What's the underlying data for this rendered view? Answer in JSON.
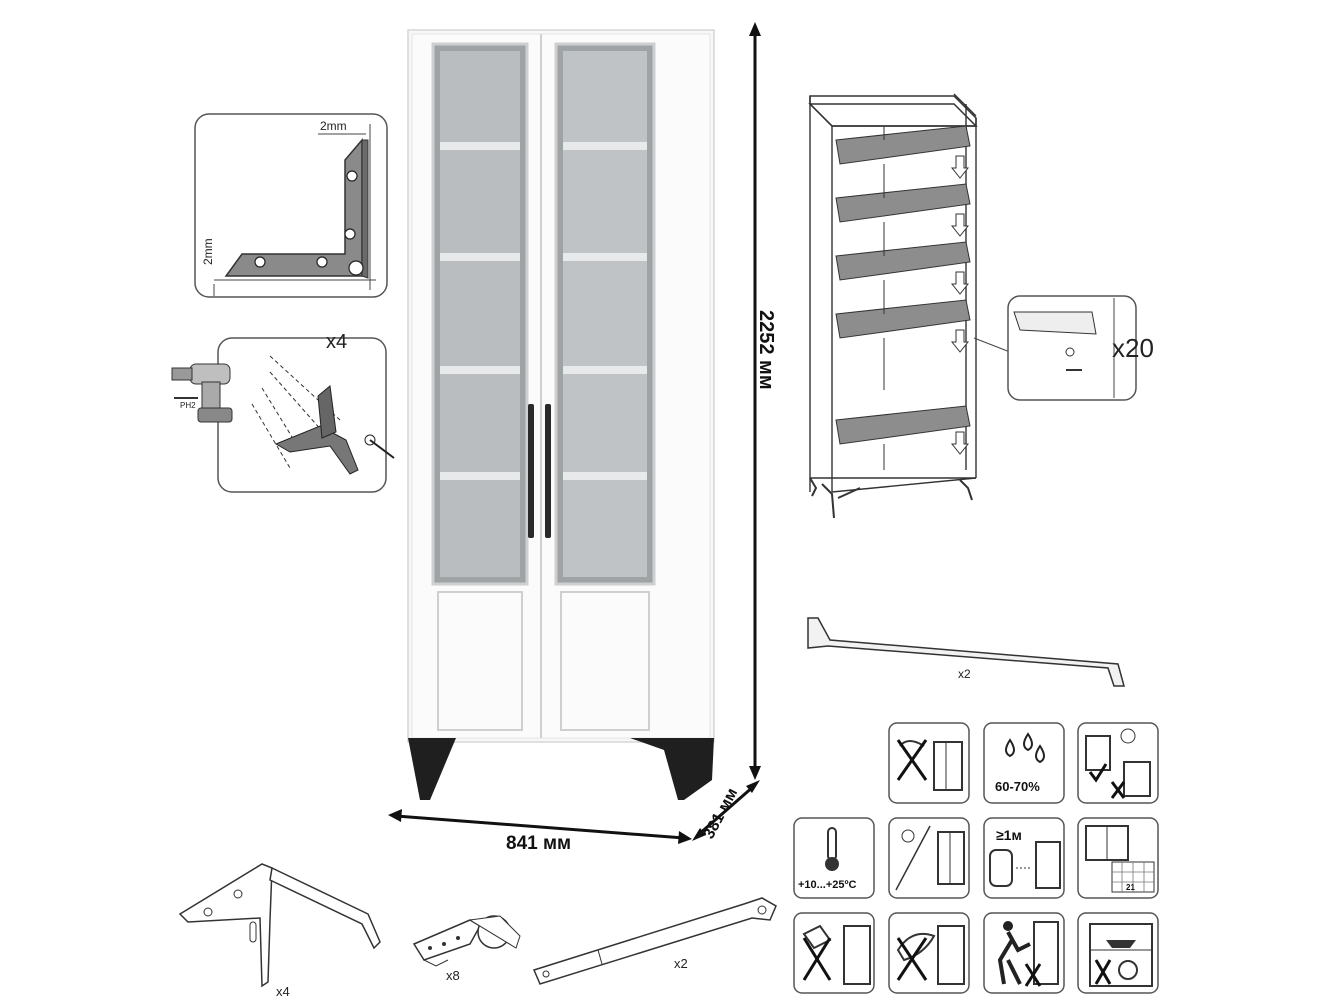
{
  "dimensions": {
    "height": "2252 мм",
    "width": "841 мм",
    "depth": "381 мм"
  },
  "corner_detail": {
    "gap_top": "2mm",
    "gap_side": "2mm"
  },
  "leg_mount": {
    "count": "x4",
    "bit": "PH2"
  },
  "shelf_pins": {
    "count": "x20"
  },
  "handle": {
    "count": "x2"
  },
  "parts": {
    "leg_count": "x4",
    "hinge_count": "x8",
    "strap_count": "x2"
  },
  "care_icons": {
    "humidity": "60-70%",
    "temperature": "+10...+25ºC",
    "distance": "≥1м",
    "calendar_day": "21"
  }
}
